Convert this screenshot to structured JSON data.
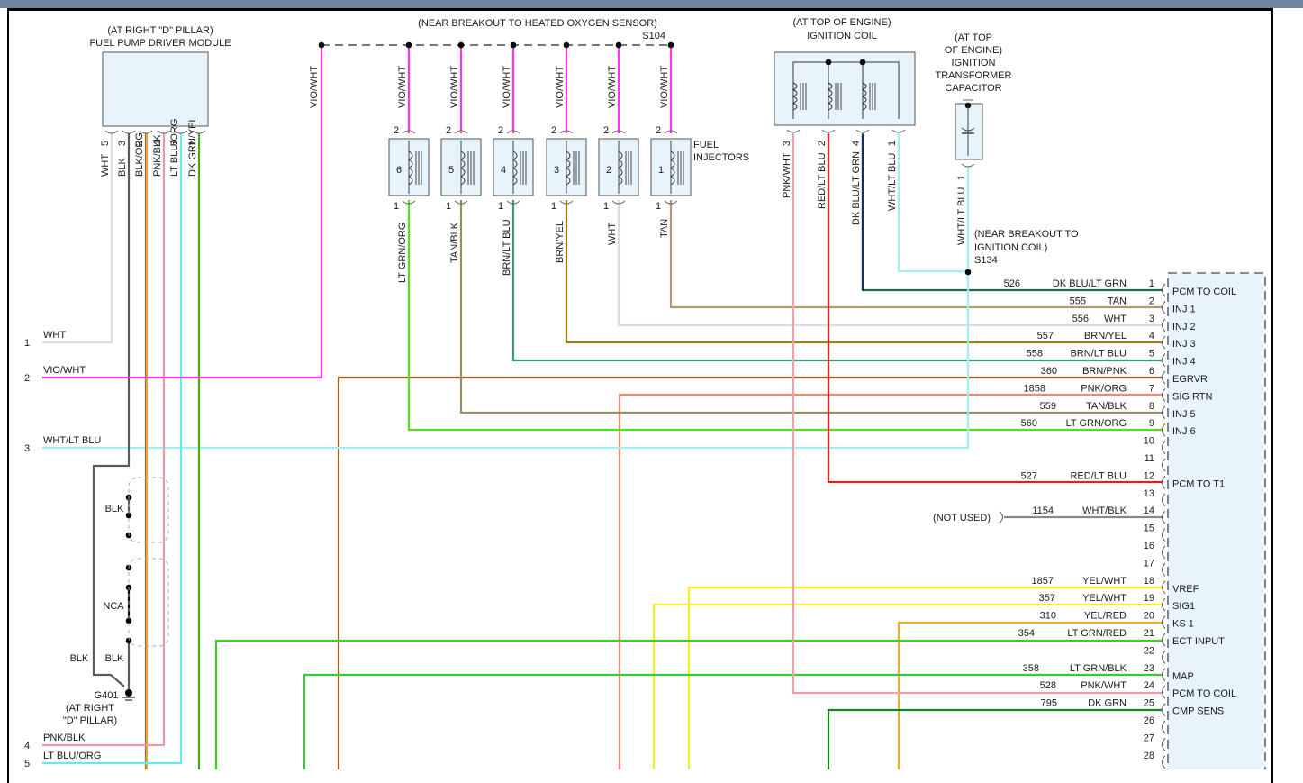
{
  "fuel_pump_module": {
    "location": "(AT RIGHT \"D\" PILLAR)",
    "name": "FUEL PUMP DRIVER MODULE",
    "pins": [
      {
        "pin": "5",
        "color_label": "WHT",
        "color": "#dcdcdc"
      },
      {
        "pin": "3",
        "color_label": "BLK",
        "color": "#5a5a5a"
      },
      {
        "pin": "2",
        "color_label": "BLK/ORG",
        "color": "#8b6a3a"
      },
      {
        "pin": "4",
        "color_label": "PNK/BLK",
        "color": "#c98a9a"
      },
      {
        "pin": "6",
        "color_label": "LT BLU/ORG",
        "color": "#6ee8f0"
      },
      {
        "pin": "1",
        "color_label": "DK GRN/YEL",
        "color": "#44aa11"
      }
    ]
  },
  "left_connector": [
    {
      "pin": "1",
      "label": "WHT",
      "color": "#dcdcdc"
    },
    {
      "pin": "2",
      "label": "VIO/WHT",
      "color": "#ff33ee"
    },
    {
      "pin": "3",
      "label": "WHT/LT BLU",
      "color": "#9ef0f0"
    },
    {
      "pin": "4",
      "label": "PNK/BLK",
      "color": "#e89aaa"
    },
    {
      "pin": "5",
      "label": "LT BLU/ORG",
      "color": "#66e8ee"
    }
  ],
  "ground": {
    "labels": [
      "BLK",
      "NCA",
      "BLK",
      "BLK"
    ],
    "id": "G401",
    "location_line1": "(AT RIGHT",
    "location_line2": "\"D\" PILLAR)"
  },
  "splice_s104": {
    "location": "(NEAR BREAKOUT TO HEATED OXYGEN SENSOR)",
    "id": "S104",
    "feed_label": "VIO/WHT"
  },
  "fuel_injectors": {
    "title_line1": "FUEL",
    "title_line2": "INJECTORS",
    "items": [
      {
        "num": "6",
        "top_pin": "2",
        "bottom_pin": "1",
        "top_label": "VIO/WHT",
        "bottom_label": "LT GRN/ORG",
        "bottom_color": "#55dd22"
      },
      {
        "num": "5",
        "top_pin": "2",
        "bottom_pin": "1",
        "top_label": "VIO/WHT",
        "bottom_label": "TAN/BLK",
        "bottom_color": "#a08a66"
      },
      {
        "num": "4",
        "top_pin": "2",
        "bottom_pin": "1",
        "top_label": "VIO/WHT",
        "bottom_label": "BRN/LT BLU",
        "bottom_color": "#3a9a7a"
      },
      {
        "num": "3",
        "top_pin": "2",
        "bottom_pin": "1",
        "top_label": "VIO/WHT",
        "bottom_label": "BRN/YEL",
        "bottom_color": "#b09a10"
      },
      {
        "num": "2",
        "top_pin": "2",
        "bottom_pin": "1",
        "top_label": "VIO/WHT",
        "bottom_label": "WHT",
        "bottom_color": "#dcdcdc"
      },
      {
        "num": "1",
        "top_pin": "2",
        "bottom_pin": "1",
        "top_label": "VIO/WHT",
        "bottom_label": "TAN",
        "bottom_color": "#b09a70"
      }
    ]
  },
  "ignition_coil": {
    "location": "(AT TOP OF ENGINE)",
    "name": "IGNITION COIL",
    "pins": [
      {
        "pin": "3",
        "label": "PNK/WHT",
        "color": "#f0a0a8"
      },
      {
        "pin": "2",
        "label": "RED/LT BLU",
        "color": "#e03030"
      },
      {
        "pin": "4",
        "label": "DK BLU/LT GRN",
        "color": "#1a5a6a"
      },
      {
        "pin": "1",
        "label": "WHT/LT BLU",
        "color": "#9ef0f0"
      }
    ]
  },
  "capacitor": {
    "lines": [
      "(AT TOP",
      "OF ENGINE)",
      "IGNITION",
      "TRANSFORMER",
      "CAPACITOR"
    ],
    "pin": "1",
    "wire_label": "WHT/LT BLU"
  },
  "splice_s134": {
    "line1": "(NEAR BREAKOUT TO",
    "line2": "IGNITION COIL)",
    "id": "S134"
  },
  "not_used_label": "(NOT USED)",
  "pcm": {
    "pins": [
      {
        "pin": "1",
        "circuit": "526",
        "wire": "DK BLU/LT GRN",
        "func": "PCM TO COIL",
        "color": "#1a6a5a"
      },
      {
        "pin": "2",
        "circuit": "555",
        "wire": "TAN",
        "func": "INJ 1",
        "color": "#b09a70"
      },
      {
        "pin": "3",
        "circuit": "556",
        "wire": "WHT",
        "func": "INJ 2",
        "color": "#dcdcdc"
      },
      {
        "pin": "4",
        "circuit": "557",
        "wire": "BRN/YEL",
        "func": "INJ 3",
        "color": "#a08010"
      },
      {
        "pin": "5",
        "circuit": "558",
        "wire": "BRN/LT BLU",
        "func": "INJ 4",
        "color": "#3a9a7a"
      },
      {
        "pin": "6",
        "circuit": "360",
        "wire": "BRN/PNK",
        "func": "EGRVR",
        "color": "#9a6030"
      },
      {
        "pin": "7",
        "circuit": "1858",
        "wire": "PNK/ORG",
        "func": "SIG RTN",
        "color": "#f08878"
      },
      {
        "pin": "8",
        "circuit": "559",
        "wire": "TAN/BLK",
        "func": "INJ 5",
        "color": "#9a8a66"
      },
      {
        "pin": "9",
        "circuit": "560",
        "wire": "LT GRN/ORG",
        "func": "INJ 6",
        "color": "#55dd22"
      },
      {
        "pin": "10",
        "circuit": "",
        "wire": "",
        "func": "",
        "color": ""
      },
      {
        "pin": "11",
        "circuit": "",
        "wire": "",
        "func": "",
        "color": ""
      },
      {
        "pin": "12",
        "circuit": "527",
        "wire": "RED/LT BLU",
        "func": "PCM TO T1",
        "color": "#e02020"
      },
      {
        "pin": "13",
        "circuit": "",
        "wire": "",
        "func": "",
        "color": ""
      },
      {
        "pin": "14",
        "circuit": "1154",
        "wire": "WHT/BLK",
        "func": "",
        "color": "#888888"
      },
      {
        "pin": "15",
        "circuit": "",
        "wire": "",
        "func": "",
        "color": ""
      },
      {
        "pin": "16",
        "circuit": "",
        "wire": "",
        "func": "",
        "color": ""
      },
      {
        "pin": "17",
        "circuit": "",
        "wire": "",
        "func": "",
        "color": ""
      },
      {
        "pin": "18",
        "circuit": "1857",
        "wire": "YEL/WHT",
        "func": "VREF",
        "color": "#f4f020"
      },
      {
        "pin": "19",
        "circuit": "357",
        "wire": "YEL/WHT",
        "func": "SIG1",
        "color": "#f4f020"
      },
      {
        "pin": "20",
        "circuit": "310",
        "wire": "YEL/RED",
        "func": "KS 1",
        "color": "#f0b020"
      },
      {
        "pin": "21",
        "circuit": "354",
        "wire": "LT GRN/RED",
        "func": "ECT INPUT",
        "color": "#44cc22"
      },
      {
        "pin": "22",
        "circuit": "",
        "wire": "",
        "func": "",
        "color": ""
      },
      {
        "pin": "23",
        "circuit": "358",
        "wire": "LT GRN/BLK",
        "func": "MAP",
        "color": "#33cc33"
      },
      {
        "pin": "24",
        "circuit": "528",
        "wire": "PNK/WHT",
        "func": "PCM TO COIL",
        "color": "#f0a0a8"
      },
      {
        "pin": "25",
        "circuit": "795",
        "wire": "DK GRN",
        "func": "CMP SENS",
        "color": "#118811"
      },
      {
        "pin": "26",
        "circuit": "",
        "wire": "",
        "func": "",
        "color": ""
      },
      {
        "pin": "27",
        "circuit": "",
        "wire": "",
        "func": "",
        "color": ""
      },
      {
        "pin": "28",
        "circuit": "",
        "wire": "",
        "func": "",
        "color": ""
      }
    ]
  },
  "colors": {
    "box_fill": "#e8f4fc",
    "vio_wht": "#ff33ee",
    "title_bar": "#6d87a3"
  }
}
